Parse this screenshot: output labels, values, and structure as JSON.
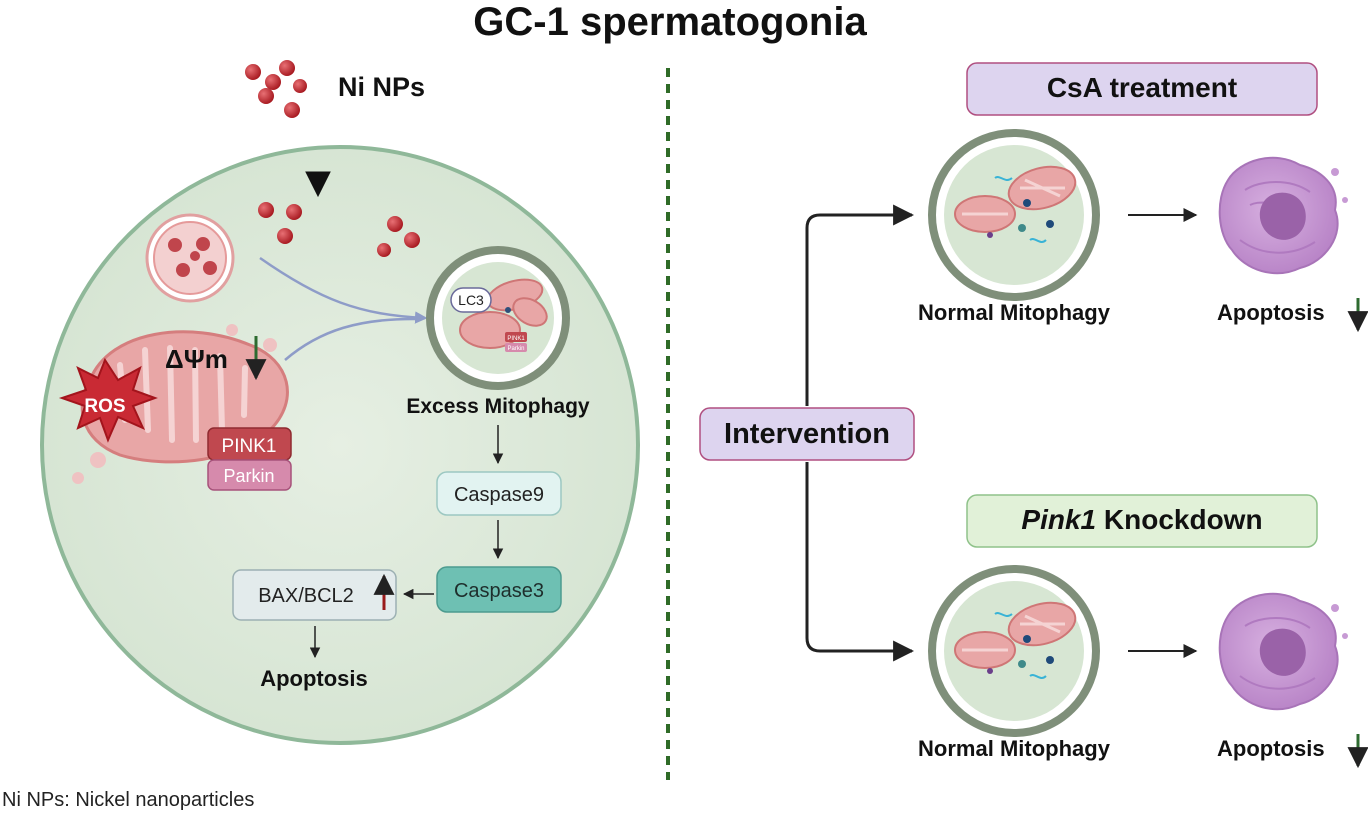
{
  "title": "GC-1 spermatogonia",
  "left_panel": {
    "ni_nps_label": "Ni NPs",
    "membrane_potential_label": "ΔΨm",
    "ros_label": "ROS",
    "pink1_label": "PINK1",
    "parkin_label": "Parkin",
    "lc3_label": "LC3",
    "autophagosome_pink1_label": "PINK1",
    "autophagosome_parkin_label": "Parkin",
    "excess_mitophagy_label": "Excess Mitophagy",
    "caspase9_label": "Caspase9",
    "caspase3_label": "Caspase3",
    "bax_bcl2_label": "BAX/BCL2",
    "apoptosis_label": "Apoptosis"
  },
  "right_panel": {
    "intervention_label": "Intervention",
    "csa_label": "CsA treatment",
    "pink1_knockdown_gene": "Pink1",
    "pink1_knockdown_word": "Knockdown",
    "normal_mitophagy_top": "Normal Mitophagy",
    "apoptosis_top": "Apoptosis",
    "normal_mitophagy_bottom": "Normal Mitophagy",
    "apoptosis_bottom": "Apoptosis"
  },
  "footnote": "Ni NPs: Nickel nanoparticles",
  "colors": {
    "cell_fill": "#dbe8d8",
    "cell_border": "#8fb899",
    "nanoparticle": "#b8262c",
    "mitochondria": "#e6a3a3",
    "ros": "#c92a34",
    "pink1_box": "#c0484f",
    "parkin_box": "#d68aac",
    "caspase9_box": "#e2f3f1",
    "caspase3_box": "#6ec0b3",
    "bax_box": "#e3ebec",
    "purple_box": "#ddd4ef",
    "green_box": "#e1f1d8",
    "divider": "#2f6b27",
    "down_arrow": "#2e6b30",
    "up_arrow": "#9a1b1b",
    "apoptotic_cell": "#c79ad4"
  }
}
